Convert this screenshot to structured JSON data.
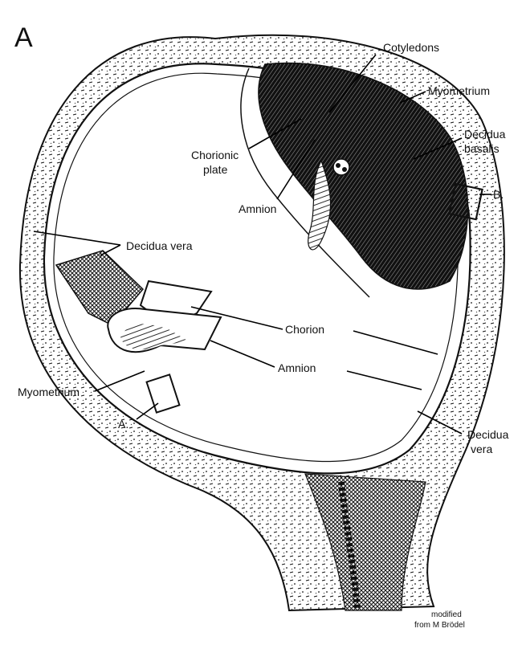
{
  "figure": {
    "panel_letter": "A",
    "labels": {
      "cotyledons": "Cotyledons",
      "myometrium_top": "Myometrium",
      "decidua_basalis_1": "Decidua",
      "decidua_basalis_2": "basalis",
      "box_b": "B.",
      "chorionic_plate_1": "Chorionic",
      "chorionic_plate_2": "plate",
      "amnion_top": "Amnion",
      "decidua_vera_top": "Decidua vera",
      "chorion": "Chorion",
      "amnion_mid": "Amnion",
      "myometrium_left": "Myometrium",
      "box_a": "A.",
      "decidua_vera_bottom_1": "Decidua",
      "decidua_vera_bottom_2": "vera",
      "credit_1": "modified",
      "credit_2": "from M Brödel"
    }
  },
  "colors": {
    "ink": "#111111",
    "paper": "#ffffff"
  }
}
